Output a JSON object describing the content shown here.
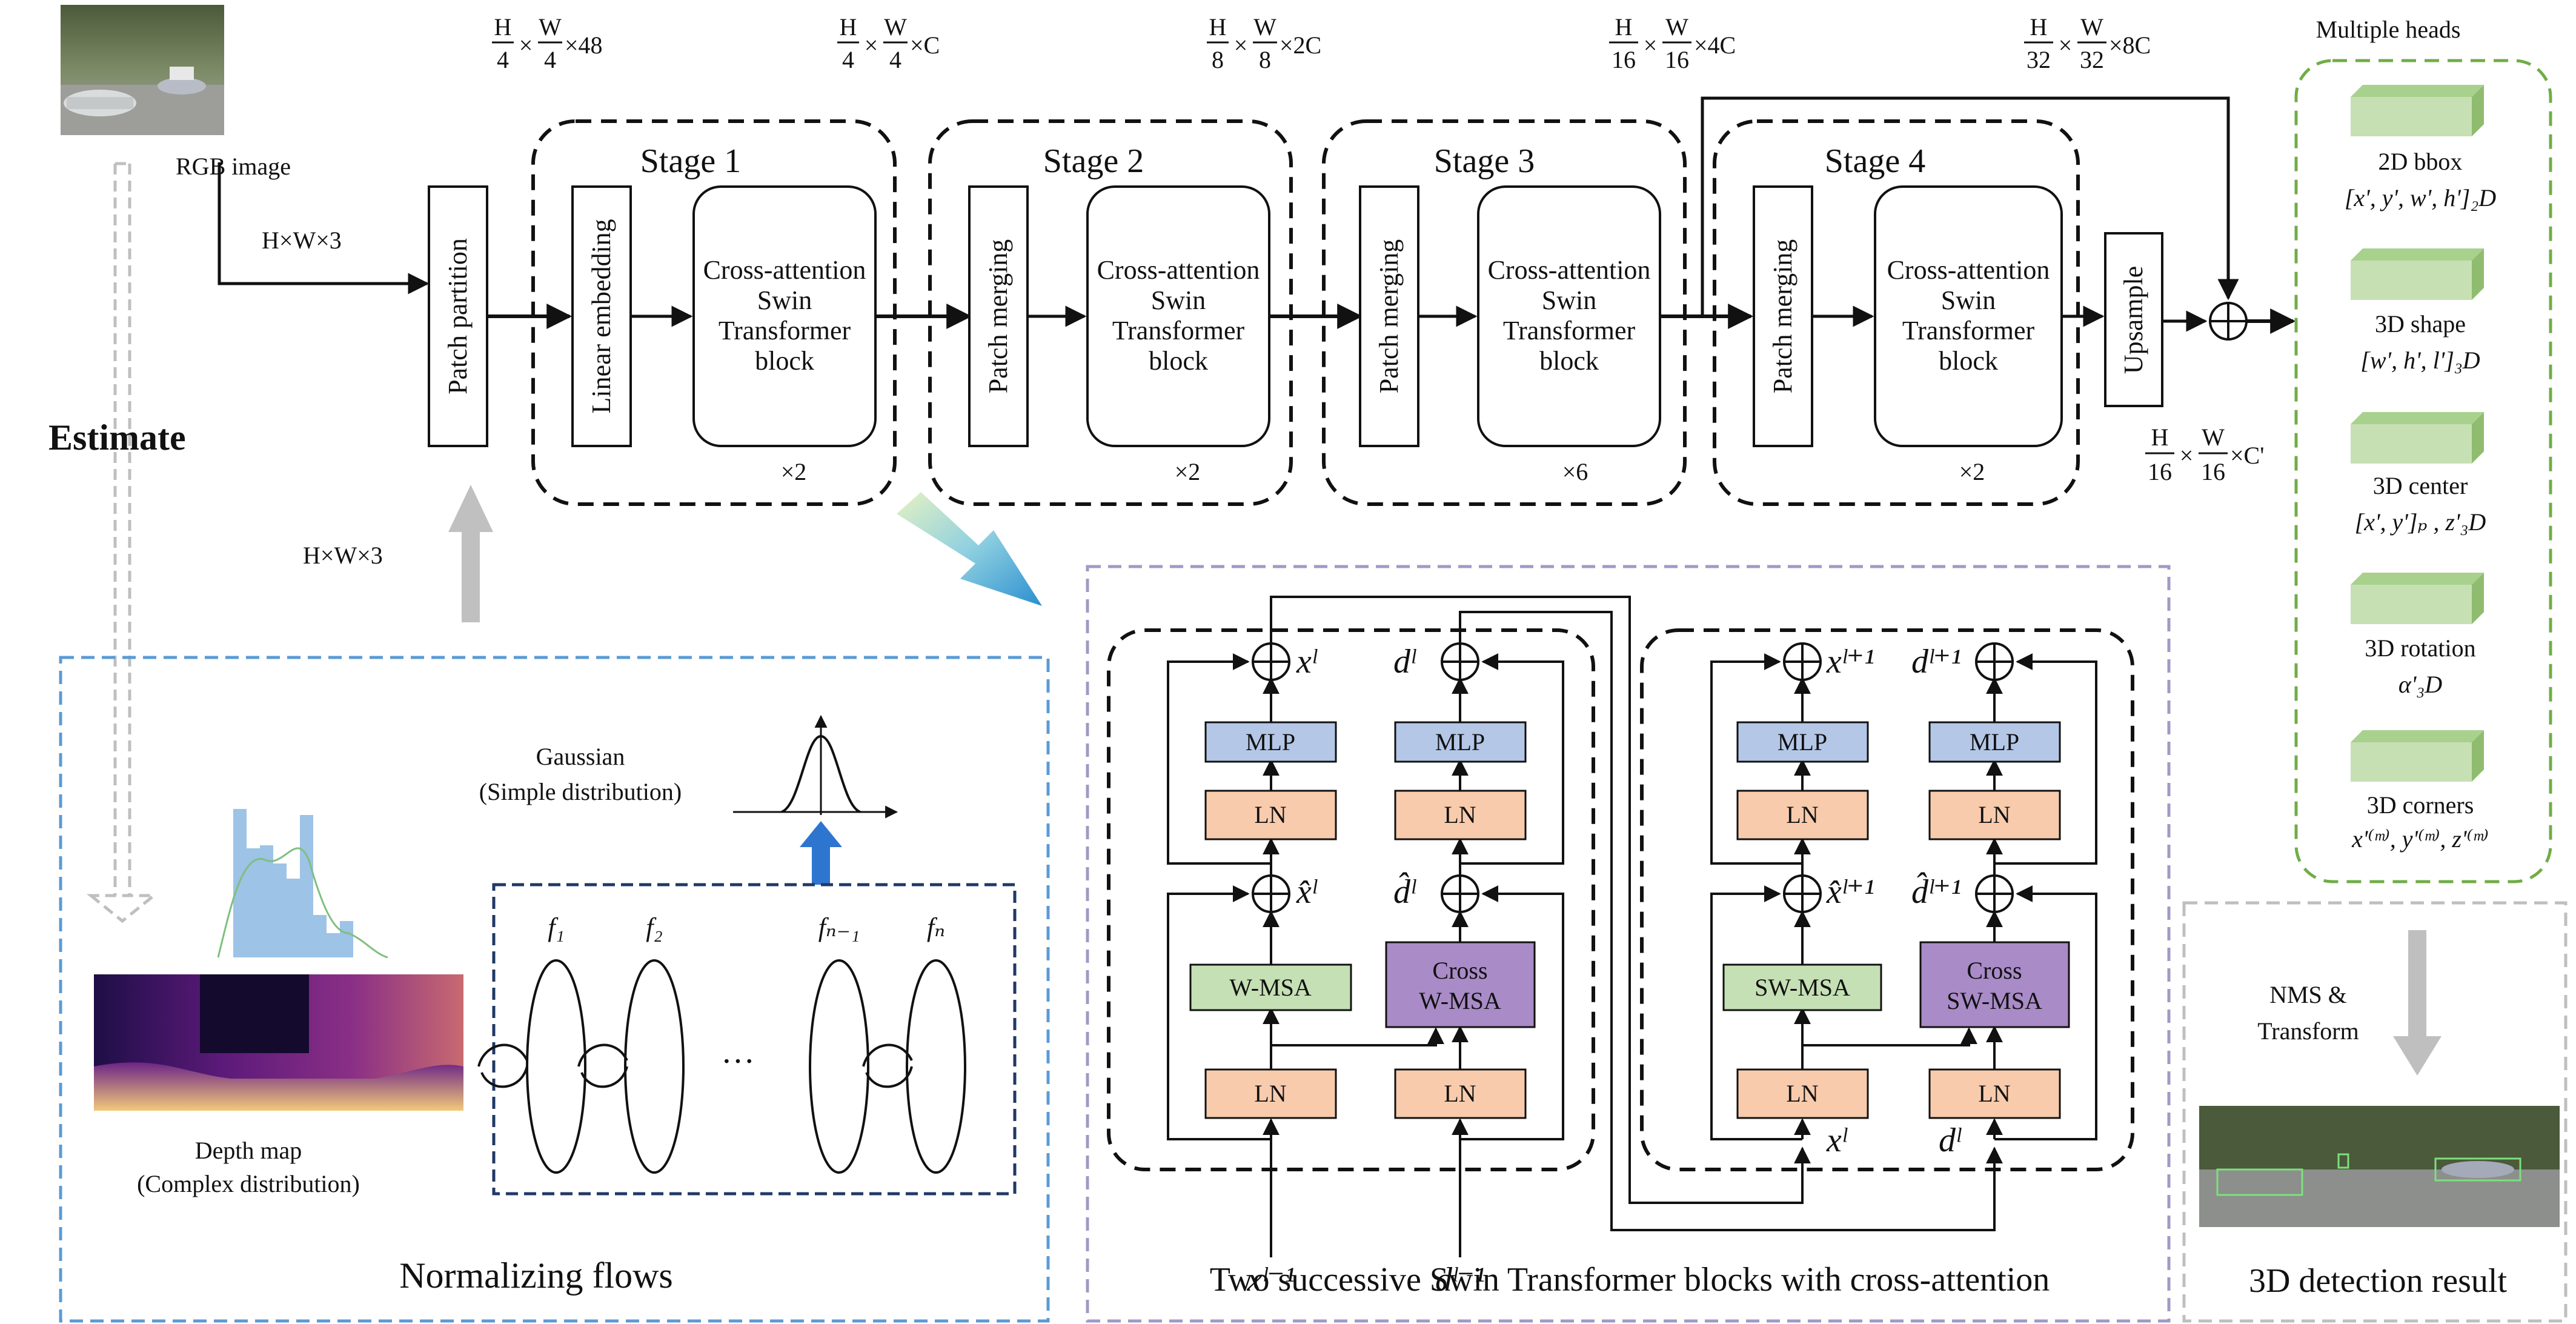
{
  "input": {
    "rgb_label": "RGB image",
    "size_label": "H×W×3",
    "estimate_label": "Estimate",
    "depth_size_label": "H×W×3"
  },
  "backbone": {
    "patch_partition": "Patch partition",
    "linear_embedding": "Linear embedding",
    "patch_merging": "Patch merging",
    "block_lines": [
      "Cross-attention",
      "Swin",
      "Transformer",
      "block"
    ],
    "upsample": "Upsample",
    "stages": [
      {
        "title": "Stage 1",
        "repeat": "×2",
        "dims": {
          "h": "H",
          "hd": "4",
          "w": "W",
          "wd": "4",
          "c": "×48"
        }
      },
      {
        "title": "Stage 2",
        "repeat": "×2",
        "dims": {
          "h": "H",
          "hd": "4",
          "w": "W",
          "wd": "4",
          "c": "×C"
        }
      },
      {
        "title": "Stage 3",
        "repeat": "×6",
        "dims": {
          "h": "H",
          "hd": "8",
          "w": "W",
          "wd": "8",
          "c": "×2C"
        }
      },
      {
        "title": "Stage 4",
        "repeat": "×2",
        "dims": {
          "h": "H",
          "hd": "16",
          "w": "W",
          "wd": "16",
          "c": "×4C"
        }
      }
    ],
    "dims_extra": {
      "h": "H",
      "hd": "32",
      "w": "W",
      "wd": "32",
      "c": "×8C"
    },
    "out_dims": {
      "h": "H",
      "hd": "16",
      "w": "W",
      "wd": "16",
      "c": "×C'"
    }
  },
  "heads": {
    "title": "Multiple heads",
    "items": [
      {
        "name": "2D bbox",
        "formula": "[x', y', w', h']₂D"
      },
      {
        "name": "3D shape",
        "formula": "[w', h', l']₃D"
      },
      {
        "name": "3D center",
        "formula": "[x', y']ₚ , z'₃D"
      },
      {
        "name": "3D rotation",
        "formula": "α'₃D"
      },
      {
        "name": "3D corners",
        "formula": "x'⁽ᵐ⁾, y'⁽ᵐ⁾, z'⁽ᵐ⁾"
      }
    ]
  },
  "nms": {
    "line1": "NMS &",
    "line2": "Transform",
    "result": "3D detection result"
  },
  "flows": {
    "title": "Normalizing flows",
    "gaussian": "Gaussian",
    "gaussian_sub": "(Simple distribution)",
    "depth_label": "Depth map",
    "depth_sub": "(Complex distribution)",
    "f_labels": [
      "f₁",
      "f₂",
      "fₙ₋₁",
      "fₙ"
    ],
    "dots": "···"
  },
  "swin": {
    "caption": "Two successive Swin Transformer blocks with cross-attention",
    "mlp": "MLP",
    "ln": "LN",
    "wmsa": "W-MSA",
    "swmsa": "SW-MSA",
    "cross": "Cross",
    "cross_w": "W-MSA",
    "cross_sw": "SW-MSA",
    "sym": {
      "xl": "xˡ",
      "dl": "dˡ",
      "xhat_l": "x̂ˡ",
      "dhat_l": "d̂ˡ",
      "xl1": "xˡ⁺¹",
      "dl1": "dˡ⁺¹",
      "xhat_l1": "x̂ˡ⁺¹",
      "dhat_l1": "d̂ˡ⁺¹",
      "xlm1": "xˡ⁻¹",
      "dlm1": "dˡ⁻¹",
      "x_in2": "xˡ",
      "d_in2": "dˡ"
    }
  },
  "colors": {
    "mlp": "#b4c7e7",
    "ln": "#f8cbad",
    "wmsa": "#c5e0b4",
    "cross": "#a98bc7",
    "heads_border": "#70ad47",
    "flows_border": "#5b9bd5",
    "swin_border": "#a09ac5",
    "result_border": "#bfbfbf",
    "head_box": "#c6e0b4"
  }
}
